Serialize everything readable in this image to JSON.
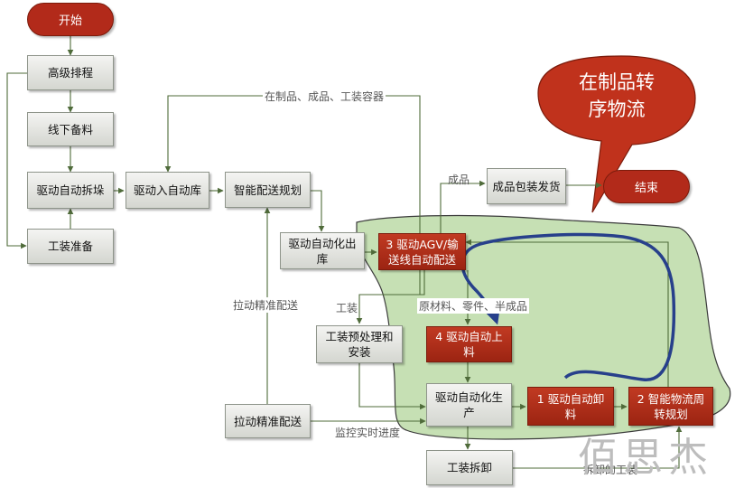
{
  "nodes": {
    "start": "开始",
    "scheduling": "高级排程",
    "offline_prep": "线下备料",
    "driver_unstack": "驱动自动拆垛",
    "tooling_prep": "工装准备",
    "driver_to_warehouse": "驱动入自动库",
    "smart_dispatch_plan": "智能配送规划",
    "driver_auto_outbound": "驱动自动化出库",
    "agv_delivery": "3 驱动AGV/输送线自动配送",
    "packaging_shipping": "成品包装发货",
    "end": "结束",
    "tooling_preprocess": "工装预处理和安装",
    "auto_feeding": "4 驱动自动上料",
    "auto_production": "驱动自动化生产",
    "auto_unloading": "1 驱动自动卸料",
    "logistics_planning": "2 智能物流周转规划",
    "pull_dispatch": "拉动精准配送",
    "tooling_unload": "工装拆卸"
  },
  "labels": {
    "wip_containers": "在制品、成品、工装容器",
    "finished_goods": "成品",
    "tooling": "工装",
    "materials": "原材料、零件、半成品",
    "pull_dispatch_label": "拉动精准配送",
    "monitor_progress": "监控实时进度",
    "unloaded_tooling": "拆卸的工装"
  },
  "callout": {
    "line1": "在制品转",
    "line2": "序物流"
  },
  "watermark": "佰思杰",
  "colors": {
    "process_red": "#b22a1a",
    "zone_green": "#c6e0b4",
    "connector": "#4f6b3a",
    "loop_arrow": "#27408b"
  }
}
